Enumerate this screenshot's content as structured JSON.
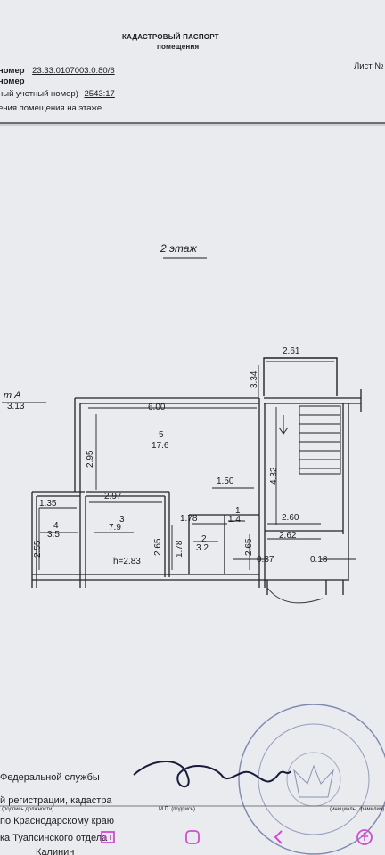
{
  "header": {
    "title": "КАДАСТРОВЫЙ ПАСПОРТ",
    "subtitle": "помещения",
    "sheet": "Лист №"
  },
  "meta": {
    "line1_label": "номер",
    "line1_value": "23:33:0107003:0:80/6",
    "line2_label": "номер",
    "line3_label": "ный учетный номер)",
    "line3_value": "2543:17",
    "line4_label": "ения помещения на этаже"
  },
  "plan": {
    "floor": "2 этаж",
    "cut_label": "т А",
    "cut_value": "3.13",
    "dims": {
      "d261": "2.61",
      "d334": "3.34",
      "d600": "6.00",
      "d295": "2.95",
      "d150": "1.50",
      "d432": "4.32",
      "d135": "1.35",
      "d297": "2.97",
      "d178a": "1.78",
      "d260": "2.60",
      "d262": "2.62",
      "d255": "2.55",
      "d265a": "2.65",
      "d178b": "1.78",
      "d265b": "2.65",
      "d037": "0.37",
      "d018": "0.18",
      "height": "h=2.83"
    },
    "rooms": [
      {
        "num": "5",
        "area": "17.6"
      },
      {
        "num": "4",
        "area": "3.5"
      },
      {
        "num": "3",
        "area": "7.9"
      },
      {
        "num": "2",
        "area": "3.2"
      },
      {
        "num": "1",
        "area": "1.4"
      }
    ]
  },
  "footer": {
    "line1": "Федеральной службы",
    "line2": "й регистрации, кадастра",
    "line3": "по Краснодарскому краю",
    "line4": "ка Туапсинского отдела",
    "line5": "Калинин",
    "caption_left": "(подпись должности)",
    "caption_mp": "М.П. (подпись)",
    "caption_right": "(инициалы, фамилия)",
    "signature": "Влину"
  },
  "nav": {
    "icons": [
      "menu-icon",
      "home-icon",
      "back-icon",
      "accessibility-icon"
    ]
  }
}
